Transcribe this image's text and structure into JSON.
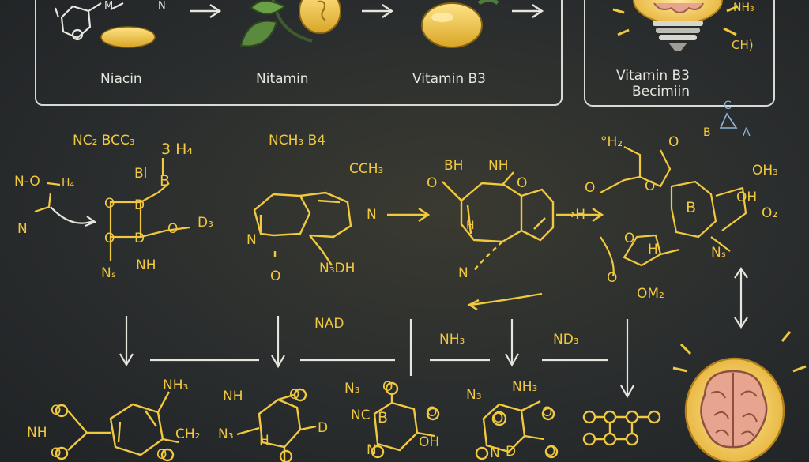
{
  "top_panel": {
    "labels": [
      "Niacin",
      "Nitamin",
      "Vitamin B3"
    ],
    "molecule_marks": [
      "M",
      "N"
    ]
  },
  "bulb_top": {
    "labels": [
      "Vitamin B3",
      "Becimiin"
    ],
    "notes": [
      "NH₃",
      "CH)"
    ],
    "corner_marks": [
      "C",
      "B",
      "A"
    ]
  },
  "mid_row": {
    "formula_labels": [
      "NC₂ BCC₃",
      "NCH₃ B4",
      "CCH₃",
      "3 H₄"
    ],
    "atom_labels": [
      "N-O",
      "H₄",
      "N",
      "Bl",
      "B",
      "O",
      "D",
      "O",
      "D",
      "O",
      "D₃",
      "Nₛ",
      "NH",
      "N",
      "O",
      "N₃DH",
      "BH",
      "NH",
      "O",
      "O",
      "H",
      "N",
      "°H₂",
      "O",
      "O",
      "O",
      "B",
      "OH₃",
      "O₂",
      "OH",
      "O",
      "H",
      "O",
      "OM₂",
      "Nₛ",
      "N",
      "N",
      "→H"
    ]
  },
  "bottom_row": {
    "labels": [
      "NAD",
      "NH₃",
      "ND₃"
    ],
    "atom_labels": [
      "NH₃",
      "O",
      "O",
      "NH",
      "CH₂",
      "O",
      "NH",
      "N₃",
      "H",
      "D",
      "O",
      "N₃",
      "NC",
      "B",
      "O",
      "O",
      "N",
      "OH",
      "N₃",
      "NH₃",
      "O",
      "O",
      "O",
      "N",
      "D",
      "O",
      "O",
      "O",
      "O",
      "O",
      "O"
    ]
  },
  "colors": {
    "board": "#2a2d2e",
    "chalk_white": "#e6e6df",
    "chalk_yellow": "#f1c93f",
    "bulb_glow": "#f6d36b",
    "brain_pink": "#e7a48e",
    "leaf_green": "#4f7a3a"
  },
  "icons": [
    "niacin-molecule-icon",
    "capsule-icon",
    "seedling-icon",
    "coin-icon",
    "pill-icon",
    "lightbulb-brain-icon",
    "brain-bulb-icon"
  ]
}
